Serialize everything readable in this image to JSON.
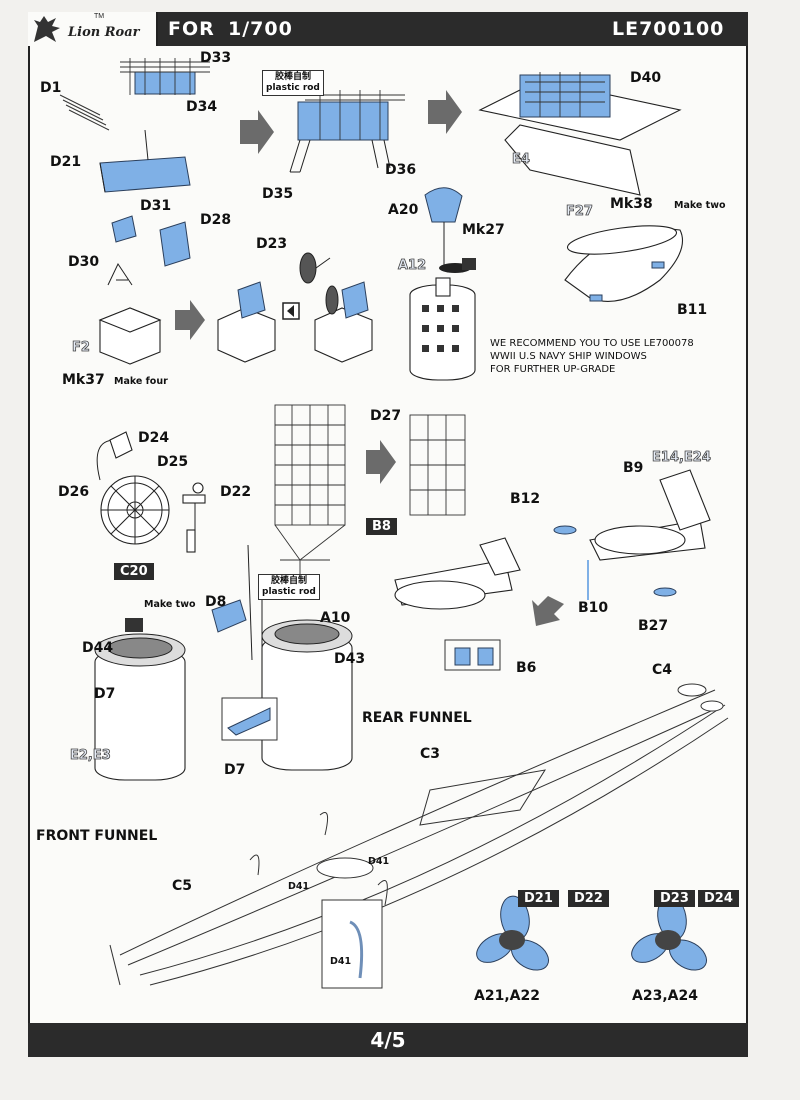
{
  "header": {
    "brand": "Lion Roar",
    "trademark": "TM",
    "for_label": "FOR",
    "scale": "1/700",
    "product_code": "LE700100"
  },
  "steps": {
    "mast_platform": {
      "parts": [
        "D1",
        "D33",
        "D34",
        "D21",
        "D35",
        "D36",
        "D40",
        "E4"
      ],
      "plastic_rod": "胶棒自制\nplastic rod"
    },
    "director_mk37": {
      "parts": [
        "D31",
        "D28",
        "D30",
        "F2",
        "D23"
      ],
      "title": "Mk37",
      "note": "Make four"
    },
    "radar_mk27": {
      "parts": [
        "A20",
        "Mk27",
        "A12"
      ],
      "window_note": "WE RECOMMEND YOU TO USE LE700078\nWWII U.S NAVY SHIP WINDOWS\nFOR FURTHER UP-GRADE"
    },
    "searchlight_mk38": {
      "parts": [
        "F27",
        "B11"
      ],
      "title": "Mk38",
      "note": "Make two"
    },
    "reel": {
      "parts": [
        "D24",
        "D25",
        "D26",
        "D22",
        "C20"
      ]
    },
    "lattice": {
      "parts": [
        "D27",
        "B8"
      ]
    },
    "floatplane": {
      "parts": [
        "E14,E24",
        "B9",
        "B12",
        "B10",
        "B27",
        "B6"
      ]
    },
    "funnels": {
      "parts": [
        "D8",
        "D44",
        "D7",
        "E2,E3",
        "A10",
        "D43",
        "D7"
      ],
      "make_two": "Make two",
      "plastic_rod": "胶棒自制\nplastic rod",
      "rear": "REAR FUNNEL",
      "front": "FRONT FUNNEL"
    },
    "railing": {
      "parts": [
        "C4",
        "C3",
        "C5",
        "D41",
        "D41",
        "D41"
      ]
    },
    "propellers": [
      {
        "photo_etch": [
          "D21",
          "D22"
        ],
        "plastic": "A21,A22"
      },
      {
        "photo_etch": [
          "D23",
          "D24"
        ],
        "plastic": "A23,A24"
      }
    ]
  },
  "footer": {
    "page": "4/5"
  }
}
